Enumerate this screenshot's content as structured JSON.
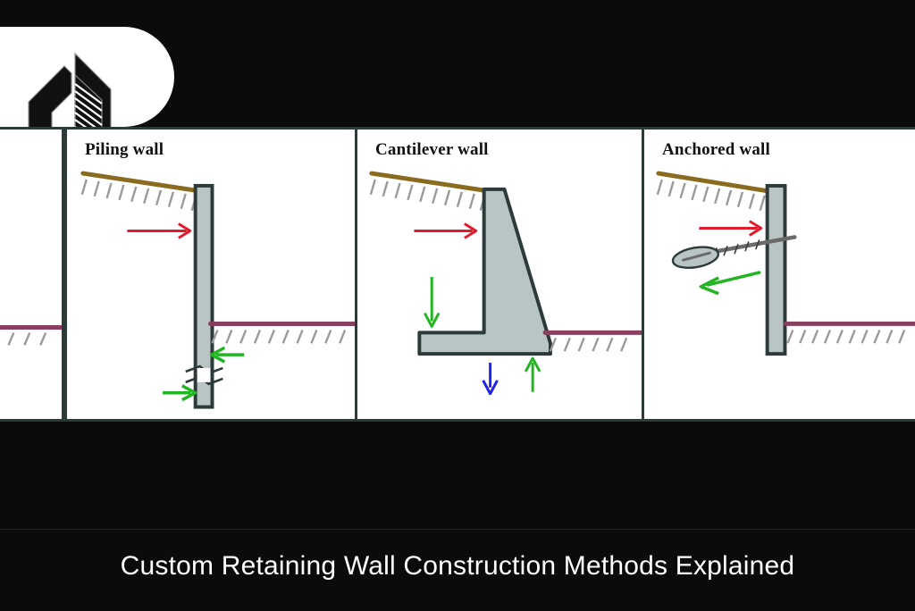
{
  "brand": {
    "logo_icon": "house-building-logo-icon",
    "logo_shape": "rounded-pill"
  },
  "colors": {
    "background": "#0b0b0b",
    "panel_background": "#ffffff",
    "panel_border": "#2d3a3a",
    "wall_fill": "#b9c4c4",
    "wall_outline": "#2d3a3a",
    "upper_ground_line": "#8a6a1e",
    "lower_ground_line": "#8b3f60",
    "hatch": "#9a9a9a",
    "arrow_red": "#e01b2e",
    "arrow_green": "#22b422",
    "arrow_blue": "#2222ee",
    "caption_text": "#ffffff"
  },
  "panels": [
    {
      "id": "panel-partial-left",
      "title": "",
      "partial": true,
      "elements": [
        "lower-ground-line",
        "hatch-marks"
      ]
    },
    {
      "id": "panel-piling-wall",
      "title": "Piling wall",
      "wall_type": "piling",
      "forces": [
        {
          "name": "lateral-earth-pressure",
          "color": "#e01b2e",
          "direction": "right"
        },
        {
          "name": "passive-resistance-upper",
          "color": "#22b422",
          "direction": "left"
        },
        {
          "name": "passive-resistance-lower",
          "color": "#22b422",
          "direction": "right"
        }
      ],
      "annotations": [
        "embedment-break-symbol",
        "upper-ground-line",
        "lower-ground-line"
      ]
    },
    {
      "id": "panel-cantilever-wall",
      "title": "Cantilever wall",
      "wall_type": "cantilever",
      "forces": [
        {
          "name": "lateral-earth-pressure",
          "color": "#e01b2e",
          "direction": "right"
        },
        {
          "name": "backfill-weight",
          "color": "#22b422",
          "direction": "down"
        },
        {
          "name": "self-weight",
          "color": "#2222ee",
          "direction": "down"
        },
        {
          "name": "bearing-reaction",
          "color": "#22b422",
          "direction": "up"
        }
      ],
      "annotations": [
        "upper-ground-line",
        "lower-ground-line",
        "heel-slab",
        "stem"
      ]
    },
    {
      "id": "panel-anchored-wall",
      "title": "Anchored wall",
      "wall_type": "anchored",
      "forces": [
        {
          "name": "lateral-earth-pressure",
          "color": "#e01b2e",
          "direction": "right"
        },
        {
          "name": "anchor-tie-back-force",
          "color": "#22b422",
          "direction": "left"
        }
      ],
      "annotations": [
        "ground-anchor-rod",
        "anchor-grout-bulb",
        "upper-ground-line",
        "lower-ground-line"
      ]
    }
  ],
  "caption": {
    "text": "Custom Retaining Wall Construction Methods Explained"
  }
}
